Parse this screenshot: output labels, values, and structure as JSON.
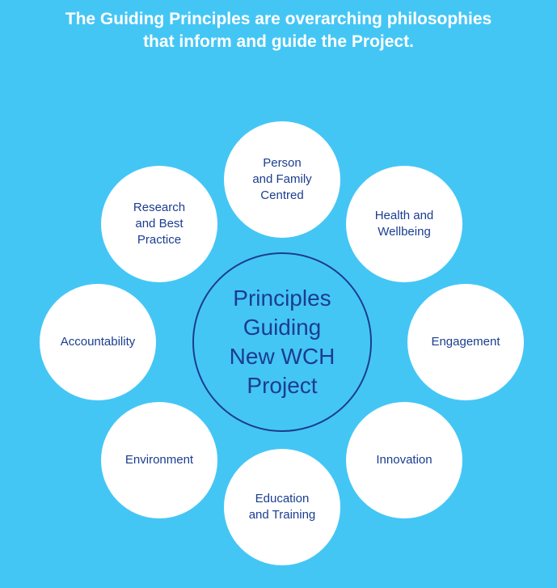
{
  "header": {
    "line1": "The Guiding Principles are overarching philosophies",
    "line2": "that inform and guide the Project."
  },
  "center": {
    "label": "Principles\nGuiding\nNew WCH\nProject"
  },
  "principles": [
    {
      "label": "Person\nand Family\nCentred"
    },
    {
      "label": "Health and\nWellbeing"
    },
    {
      "label": "Engagement"
    },
    {
      "label": "Innovation"
    },
    {
      "label": "Education\nand Training"
    },
    {
      "label": "Environment"
    },
    {
      "label": "Accountability"
    },
    {
      "label": "Research\nand Best\nPractice"
    }
  ],
  "colors": {
    "background": "#44c6f5",
    "circle_fill": "#ffffff",
    "text_navy": "#1b3d8f",
    "header_text": "#ffffff"
  }
}
